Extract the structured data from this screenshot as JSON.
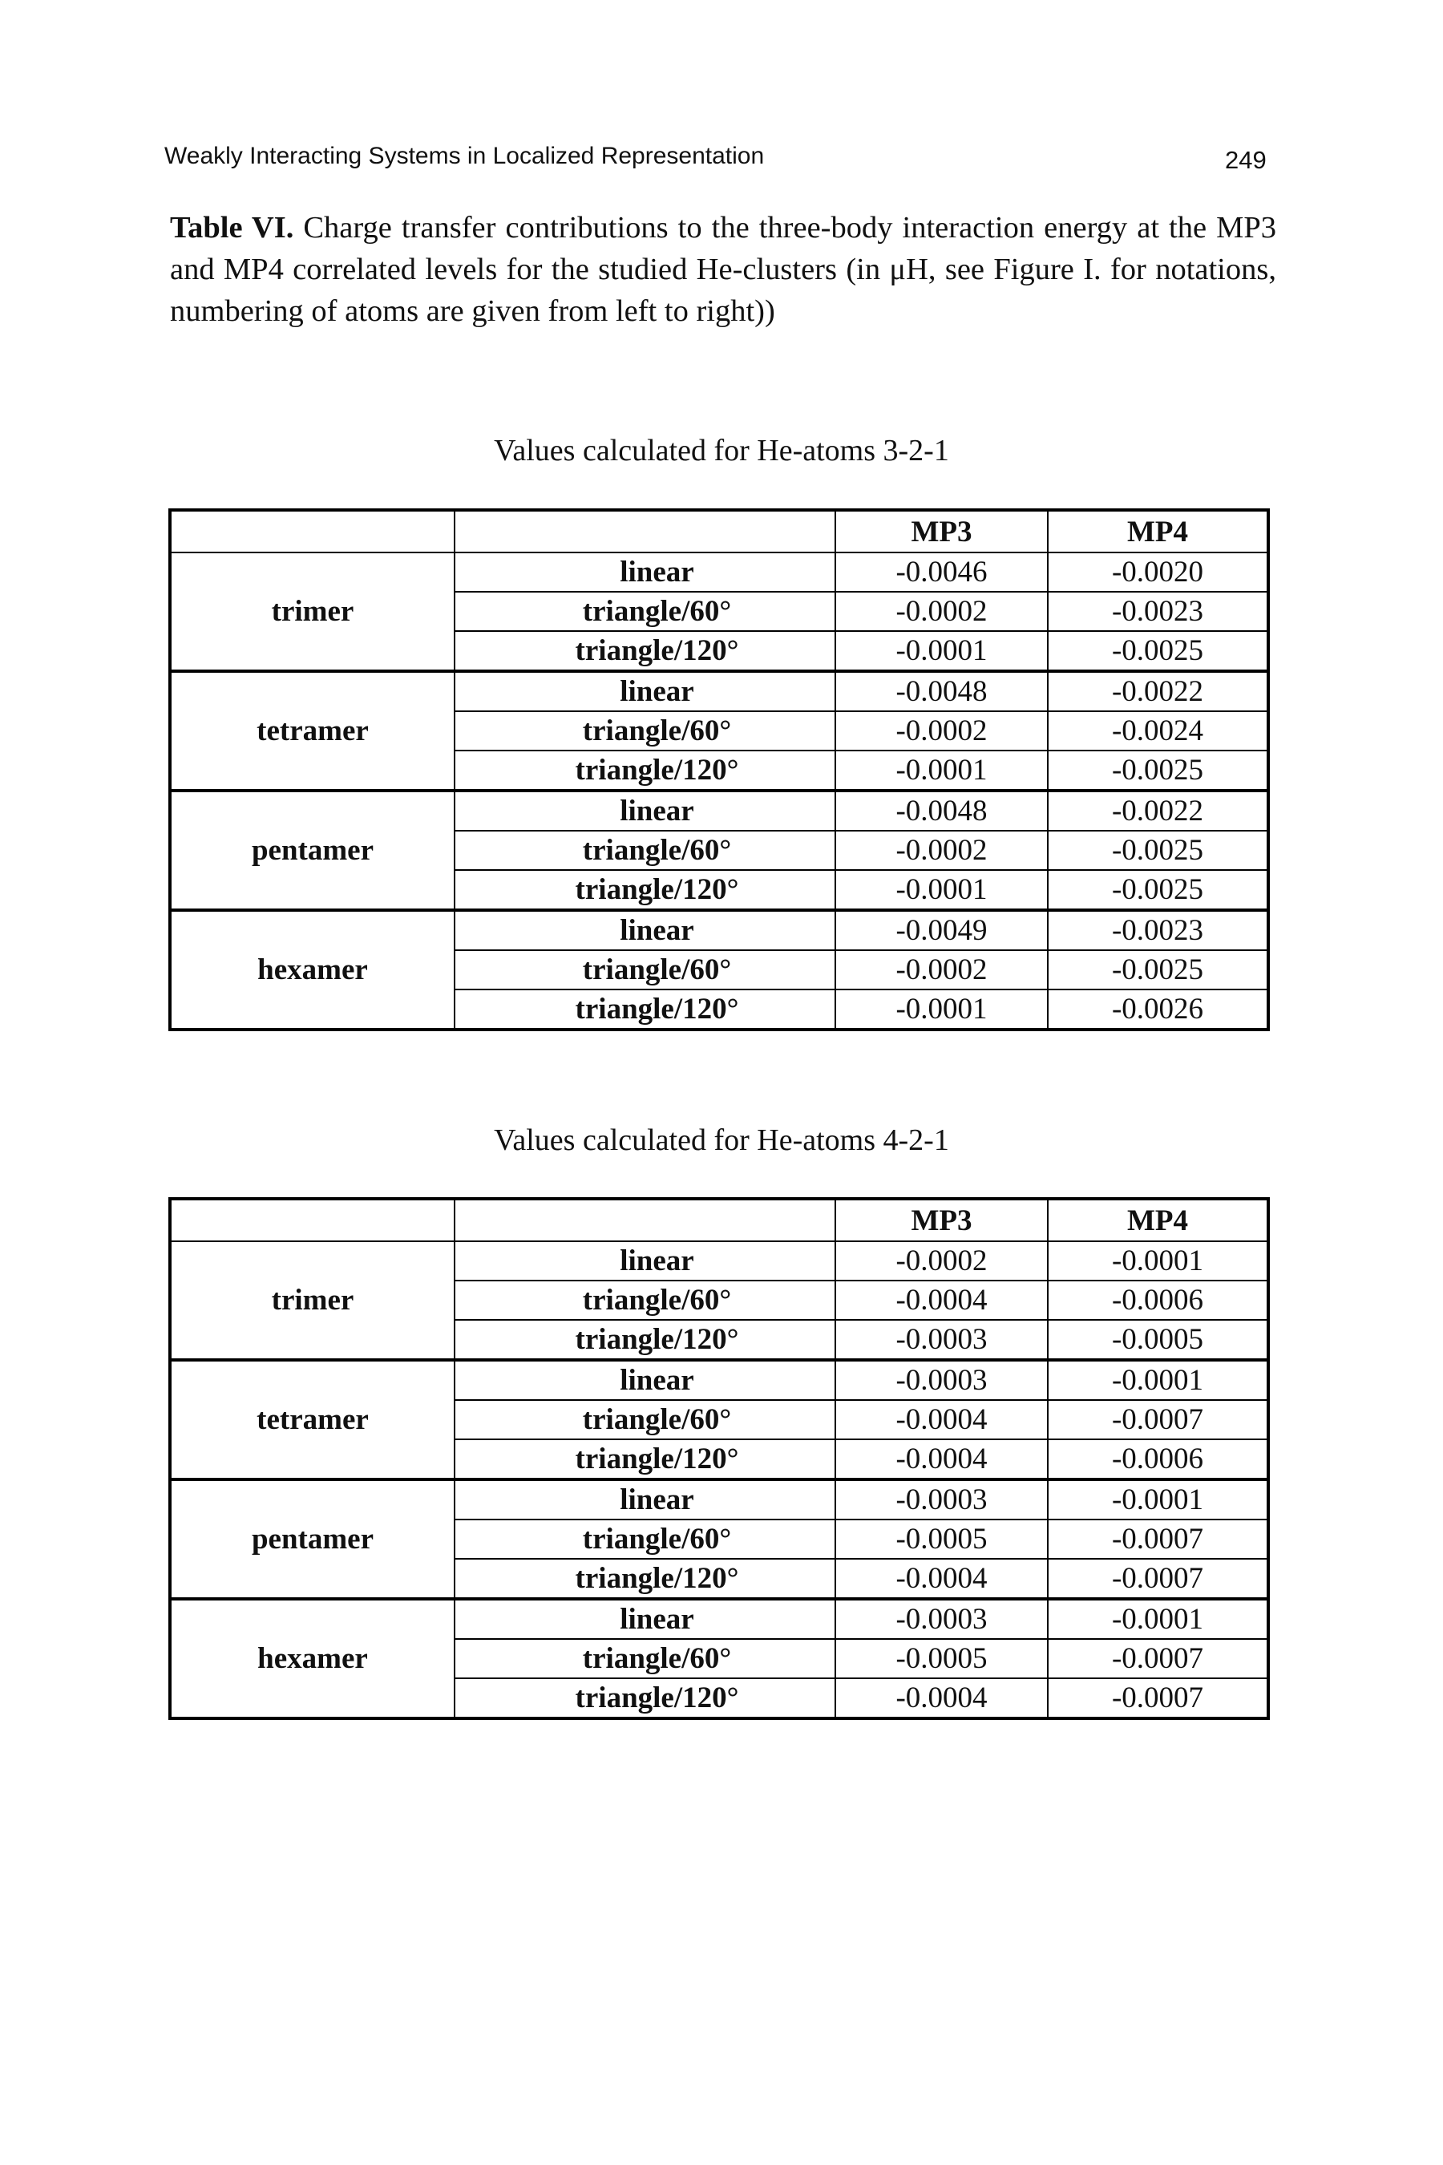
{
  "header": {
    "running_title": "Weakly Interacting Systems in Localized Representation",
    "page_number": "249"
  },
  "caption": {
    "label": "Table VI.",
    "text": "Charge transfer contributions to the three-body interaction energy at the MP3 and MP4 correlated levels for the studied He-clusters (in μH, see Figure I. for notations, numbering of atoms are given from left to right))"
  },
  "tables": [
    {
      "subtitle": "Values calculated for He-atoms 3-2-1",
      "columns": [
        "",
        "",
        "MP3",
        "MP4"
      ],
      "groups": [
        {
          "name": "trimer",
          "rows": [
            {
              "geometry": "linear",
              "mp3": "-0.0046",
              "mp4": "-0.0020"
            },
            {
              "geometry": "triangle/60°",
              "mp3": "-0.0002",
              "mp4": "-0.0023"
            },
            {
              "geometry": "triangle/120°",
              "mp3": "-0.0001",
              "mp4": "-0.0025"
            }
          ]
        },
        {
          "name": "tetramer",
          "rows": [
            {
              "geometry": "linear",
              "mp3": "-0.0048",
              "mp4": "-0.0022"
            },
            {
              "geometry": "triangle/60°",
              "mp3": "-0.0002",
              "mp4": "-0.0024"
            },
            {
              "geometry": "triangle/120°",
              "mp3": "-0.0001",
              "mp4": "-0.0025"
            }
          ]
        },
        {
          "name": "pentamer",
          "rows": [
            {
              "geometry": "linear",
              "mp3": "-0.0048",
              "mp4": "-0.0022"
            },
            {
              "geometry": "triangle/60°",
              "mp3": "-0.0002",
              "mp4": "-0.0025"
            },
            {
              "geometry": "triangle/120°",
              "mp3": "-0.0001",
              "mp4": "-0.0025"
            }
          ]
        },
        {
          "name": "hexamer",
          "rows": [
            {
              "geometry": "linear",
              "mp3": "-0.0049",
              "mp4": "-0.0023"
            },
            {
              "geometry": "triangle/60°",
              "mp3": "-0.0002",
              "mp4": "-0.0025"
            },
            {
              "geometry": "triangle/120°",
              "mp3": "-0.0001",
              "mp4": "-0.0026"
            }
          ]
        }
      ]
    },
    {
      "subtitle": "Values calculated for He-atoms 4-2-1",
      "columns": [
        "",
        "",
        "MP3",
        "MP4"
      ],
      "groups": [
        {
          "name": "trimer",
          "rows": [
            {
              "geometry": "linear",
              "mp3": "-0.0002",
              "mp4": "-0.0001"
            },
            {
              "geometry": "triangle/60°",
              "mp3": "-0.0004",
              "mp4": "-0.0006"
            },
            {
              "geometry": "triangle/120°",
              "mp3": "-0.0003",
              "mp4": "-0.0005"
            }
          ]
        },
        {
          "name": "tetramer",
          "rows": [
            {
              "geometry": "linear",
              "mp3": "-0.0003",
              "mp4": "-0.0001"
            },
            {
              "geometry": "triangle/60°",
              "mp3": "-0.0004",
              "mp4": "-0.0007"
            },
            {
              "geometry": "triangle/120°",
              "mp3": "-0.0004",
              "mp4": "-0.0006"
            }
          ]
        },
        {
          "name": "pentamer",
          "rows": [
            {
              "geometry": "linear",
              "mp3": "-0.0003",
              "mp4": "-0.0001"
            },
            {
              "geometry": "triangle/60°",
              "mp3": "-0.0005",
              "mp4": "-0.0007"
            },
            {
              "geometry": "triangle/120°",
              "mp3": "-0.0004",
              "mp4": "-0.0007"
            }
          ]
        },
        {
          "name": "hexamer",
          "rows": [
            {
              "geometry": "linear",
              "mp3": "-0.0003",
              "mp4": "-0.0001"
            },
            {
              "geometry": "triangle/60°",
              "mp3": "-0.0005",
              "mp4": "-0.0007"
            },
            {
              "geometry": "triangle/120°",
              "mp3": "-0.0004",
              "mp4": "-0.0007"
            }
          ]
        }
      ]
    }
  ]
}
